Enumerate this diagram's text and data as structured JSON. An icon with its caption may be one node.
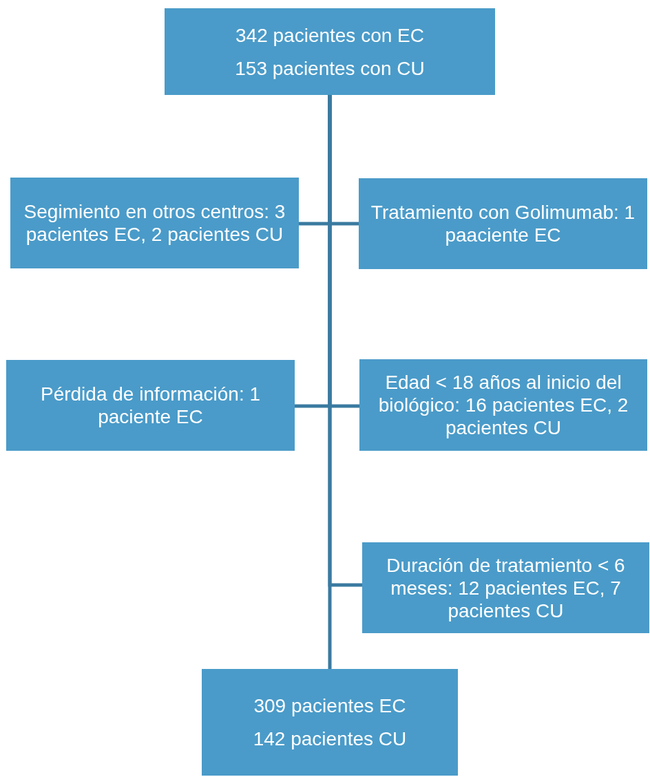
{
  "diagram": {
    "nodes": [
      {
        "text": [
          "342 pacientes con EC",
          "153 pacientes con CU"
        ]
      },
      {
        "text": [
          "Segimiento en otros centros: 3 pacientes EC, 2 pacientes CU"
        ]
      },
      {
        "text": [
          "Tratamiento con Golimumab: 1 paaciente EC"
        ]
      },
      {
        "text": [
          "Pérdida de información: 1 paciente EC"
        ]
      },
      {
        "text": [
          "Edad < 18 años al inicio del biológico: 16 pacientes EC, 2 pacientes CU"
        ]
      },
      {
        "text": [
          "Duración de tratamiento < 6 meses: 12 pacientes EC, 7 pacientes CU"
        ]
      },
      {
        "text": [
          "309 pacientes EC",
          "142 pacientes CU"
        ]
      }
    ],
    "edges": [
      {
        "from": 0,
        "to": 1,
        "arrow": "none"
      },
      {
        "from": 0,
        "to": 2,
        "arrow": "none"
      },
      {
        "from": 0,
        "to": 3,
        "arrow": "none"
      },
      {
        "from": 0,
        "to": 4,
        "arrow": "none"
      },
      {
        "from": 0,
        "to": 5,
        "arrow": "none"
      },
      {
        "from": 0,
        "to": 6,
        "arrow": "none"
      }
    ]
  }
}
